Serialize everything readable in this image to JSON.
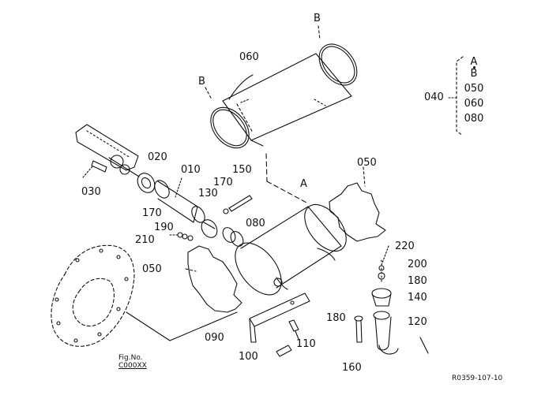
{
  "labels": {
    "b_top": "B",
    "b_left": "B",
    "a_center": "A",
    "p060": "060",
    "p020": "020",
    "p010": "010",
    "p150": "150",
    "p170a": "170",
    "p130": "130",
    "p030": "030",
    "p170b": "170",
    "p190": "190",
    "p210": "210",
    "p080": "080",
    "p050_right": "050",
    "p050_left": "050",
    "p220": "220",
    "p200": "200",
    "p180_right": "180",
    "p140": "140",
    "p180_left": "180",
    "p120": "120",
    "p090": "090",
    "p110": "110",
    "p100": "100",
    "p160": "160"
  },
  "kit": {
    "number": "040",
    "items": [
      "A",
      "B",
      "050",
      "060",
      "080"
    ]
  },
  "reference": {
    "fig_label": "Fig.No.",
    "fig_code": "C000XX"
  },
  "drawing_code": "R0359-107-10"
}
